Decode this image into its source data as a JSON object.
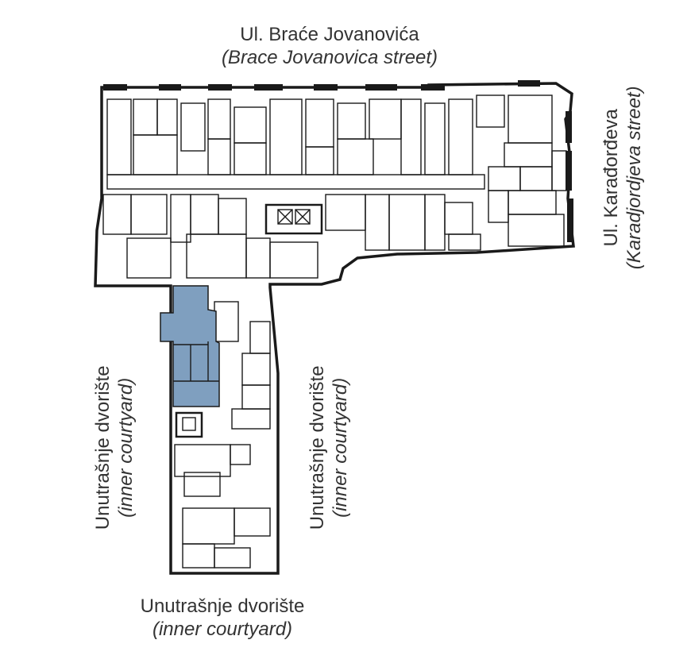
{
  "labels": {
    "top": {
      "main": "Ul. Braće Jovanovića",
      "sub": "(Brace Jovanovica street)"
    },
    "right": {
      "main": "Ul. Karađorđeva",
      "sub": "(Karadjordjeva street)"
    },
    "left": {
      "main": "Unutrašnje dvorište",
      "sub": "(inner courtyard)"
    },
    "middle": {
      "main": "Unutrašnje dvorište",
      "sub": "(inner courtyard)"
    },
    "bottom": {
      "main": "Unutrašnje dvorište",
      "sub": "(inner courtyard)"
    }
  },
  "colors": {
    "highlight": "#7f9fbf",
    "highlight_stroke": "#1a1a1a",
    "wall": "#1a1a1a",
    "text": "#333333"
  }
}
